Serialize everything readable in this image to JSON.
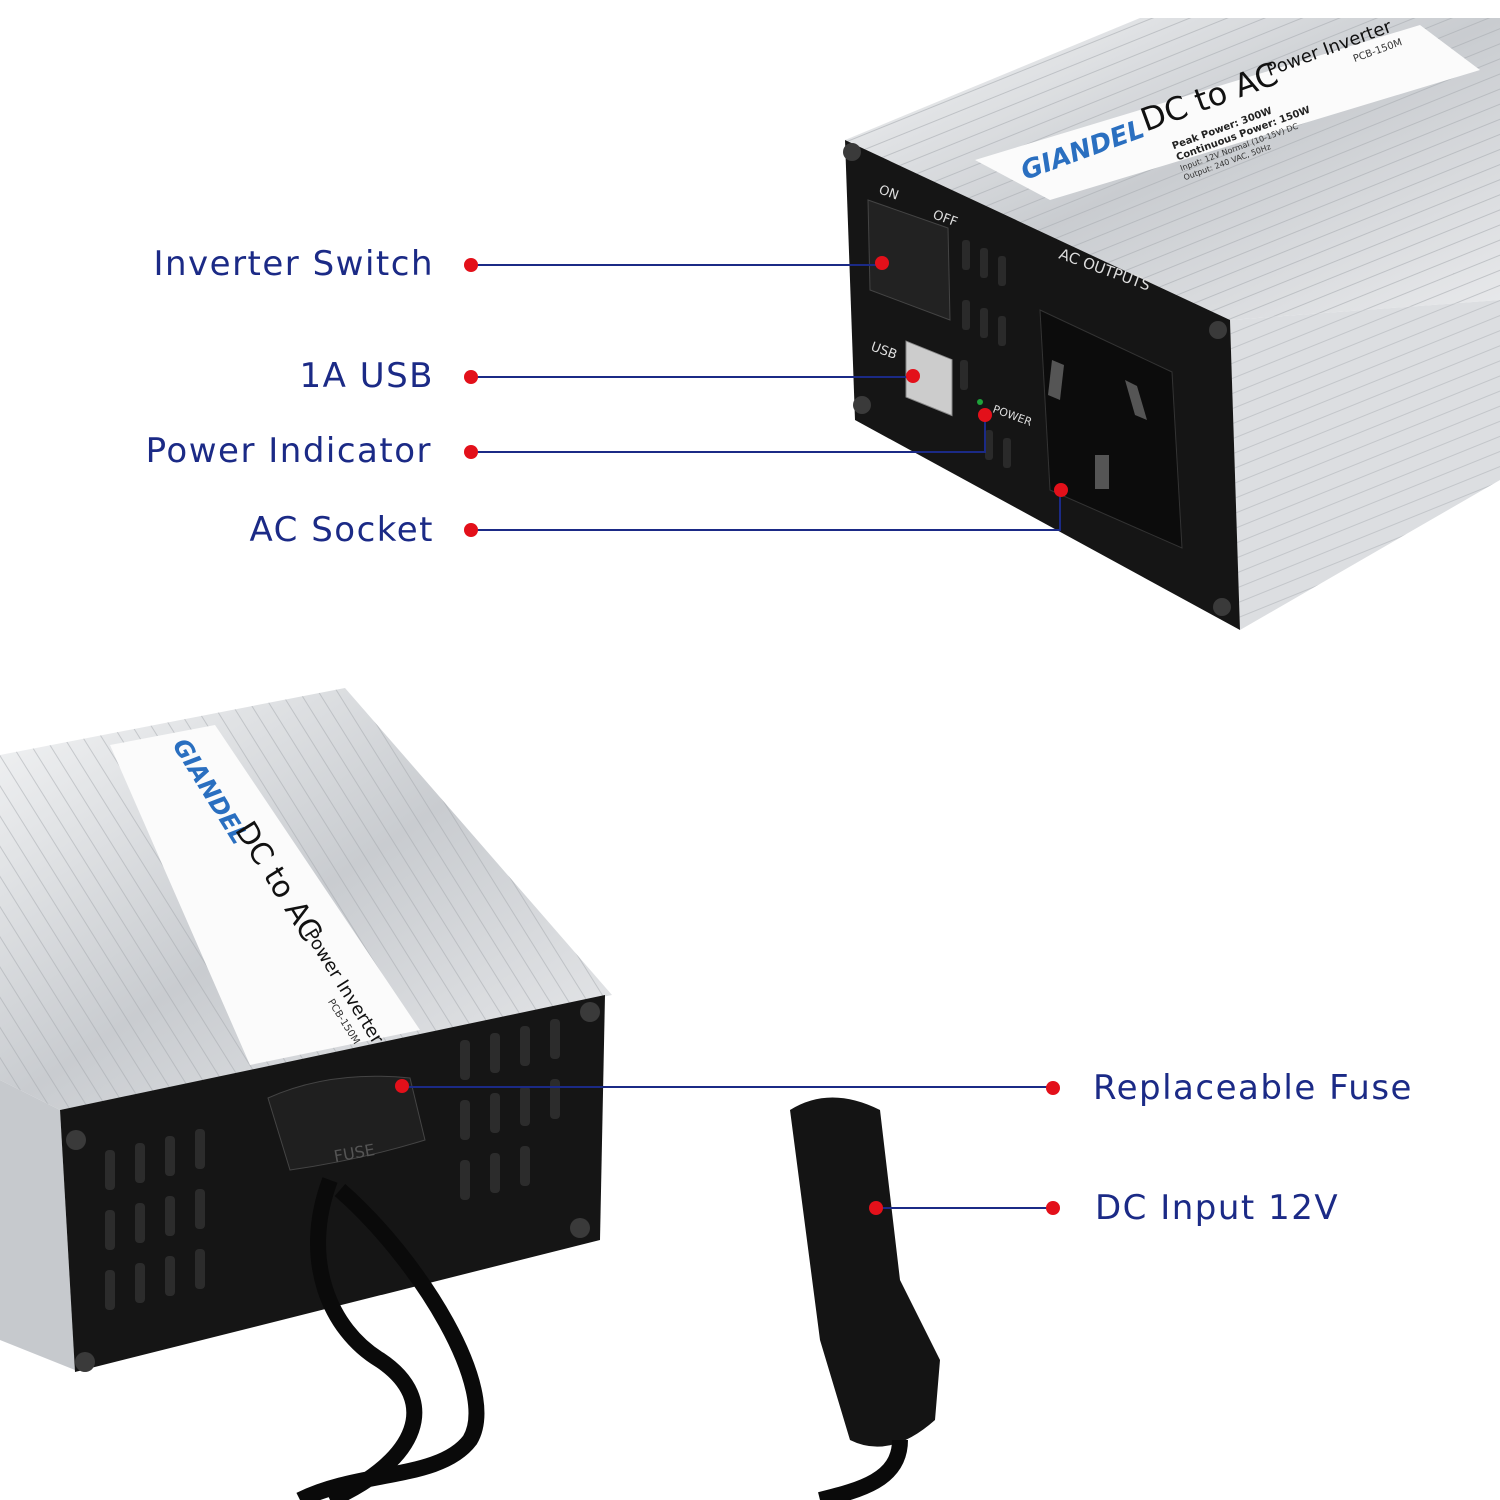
{
  "product": {
    "brand": "GIANDEL",
    "title": "DC to AC",
    "subtitle": "Power Inverter",
    "model": "PCB-150M",
    "specs": [
      "Peak Power: 300W",
      "Continuous Power: 150W",
      "Input: 12V Normal (10-15V) DC",
      "Output: 240 VAC, 50Hz"
    ],
    "panel_labels": {
      "on": "ON",
      "off": "OFF",
      "usb": "USB",
      "power": "POWER",
      "ac": "AC OUTPUTS",
      "fuse": "FUSE"
    }
  },
  "callouts": {
    "switch": "Inverter Switch",
    "usb": "1A USB",
    "indicator": "Power Indicator",
    "socket": "AC Socket",
    "fuse": "Replaceable Fuse",
    "dc": "DC Input 12V"
  },
  "colors": {
    "label_text": "#1b2a86",
    "leader_line": "#1b2a86",
    "marker_dot": "#e3101a",
    "panel": "#141414",
    "brand": "#2a6fc0"
  }
}
